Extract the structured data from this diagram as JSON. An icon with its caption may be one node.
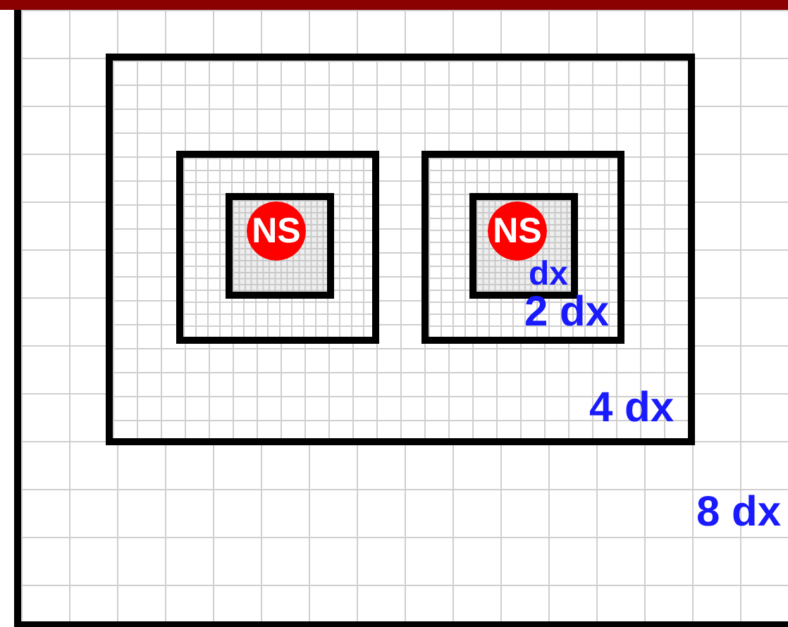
{
  "diagram": {
    "nodes": [
      {
        "text": [
          "8 dx"
        ]
      },
      {
        "text": [
          "4 dx"
        ],
        "in": 0
      },
      {
        "text": [],
        "shape": "box",
        "in": 1
      },
      {
        "text": [],
        "shape": "box",
        "in": 2
      },
      {
        "text": [
          "NS"
        ],
        "in": 3
      },
      {
        "text": [
          "2 dx"
        ],
        "in": 1
      },
      {
        "text": [
          "dx"
        ],
        "in": 5
      },
      {
        "text": [
          "NS"
        ],
        "in": 6
      }
    ],
    "edges": []
  }
}
